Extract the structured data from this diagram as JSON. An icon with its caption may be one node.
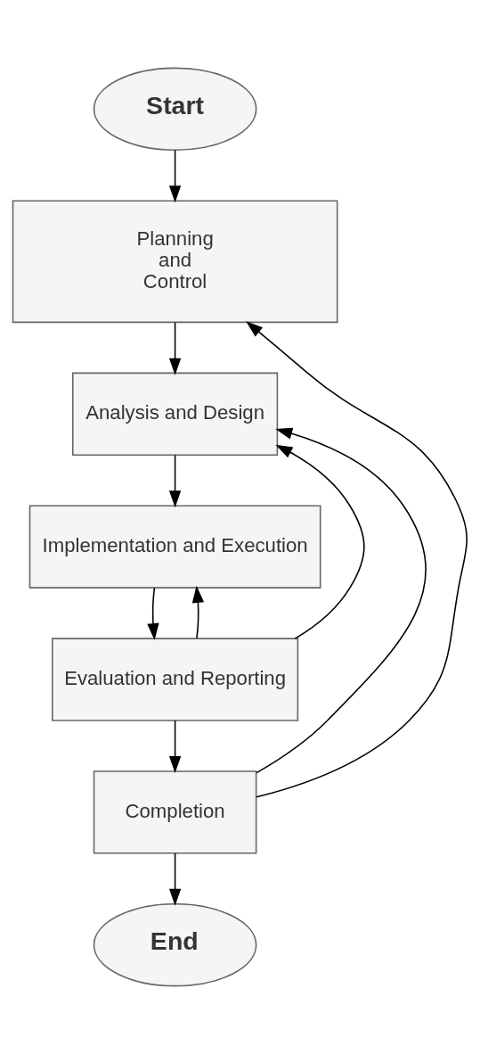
{
  "diagram": {
    "nodes": [
      {
        "text": [
          "Start"
        ]
      },
      {
        "text": [
          "Planning",
          "and",
          "Control"
        ]
      },
      {
        "text": [
          "Analysis and Design"
        ]
      },
      {
        "text": [
          "Implementation and Execution"
        ]
      },
      {
        "text": [
          "Evaluation and Reporting"
        ]
      },
      {
        "text": [
          "Completion"
        ]
      },
      {
        "text": [
          "End"
        ]
      }
    ],
    "edges": [
      {
        "from": 0,
        "to": 1,
        "arrow": "to"
      },
      {
        "from": 1,
        "to": 2,
        "arrow": "to"
      },
      {
        "from": 2,
        "to": 3,
        "arrow": "to"
      },
      {
        "from": 3,
        "to": 4,
        "arrow": "to"
      },
      {
        "from": 4,
        "to": 5,
        "arrow": "to"
      },
      {
        "from": 5,
        "to": 6,
        "arrow": "to"
      },
      {
        "from": 5,
        "to": 1,
        "arrow": "to"
      },
      {
        "from": 5,
        "to": 2,
        "arrow": "to"
      },
      {
        "from": 4,
        "to": 3,
        "arrow": "to"
      },
      {
        "from": 4,
        "to": 2,
        "arrow": "to"
      }
    ]
  }
}
